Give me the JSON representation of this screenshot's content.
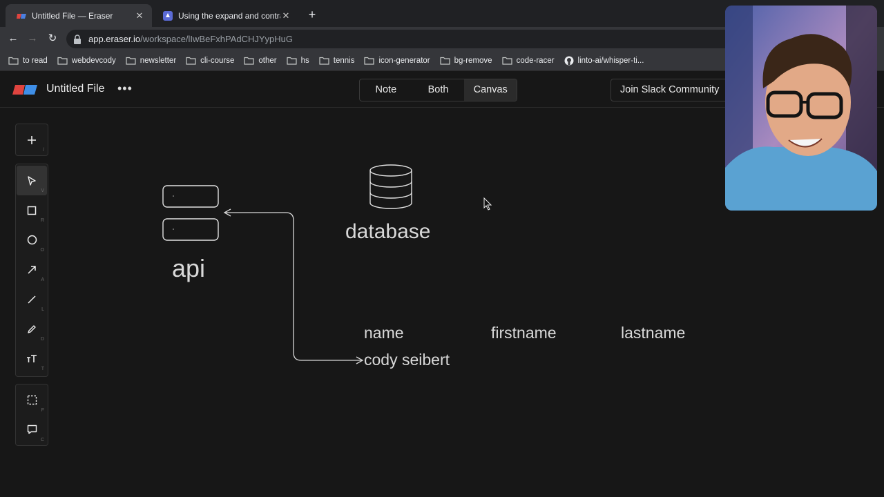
{
  "browser": {
    "tabs": [
      {
        "title": "Untitled File — Eraser",
        "active": true
      },
      {
        "title": "Using the expand and contract",
        "active": false
      }
    ],
    "new_tab_label": "+",
    "url_host": "app.eraser.io",
    "url_path": "/workspace/lIwBeFxhPAdCHJYypHuG",
    "bookmarks": [
      "to read",
      "webdevcody",
      "newsletter",
      "cli-course",
      "other",
      "hs",
      "tennis",
      "icon-generator",
      "bg-remove",
      "code-racer",
      "linto-ai/whisper-ti..."
    ]
  },
  "app": {
    "file_title": "Untitled File",
    "modes": [
      "Note",
      "Both",
      "Canvas"
    ],
    "active_mode": "Canvas",
    "slack_button": "Join Slack Community"
  },
  "tools": [
    {
      "name": "add",
      "key": "/"
    },
    {
      "name": "select",
      "key": "V",
      "active": true
    },
    {
      "name": "rectangle",
      "key": "R"
    },
    {
      "name": "circle",
      "key": "O"
    },
    {
      "name": "arrow",
      "key": "A"
    },
    {
      "name": "line",
      "key": "L"
    },
    {
      "name": "pencil",
      "key": "D"
    },
    {
      "name": "text",
      "key": "T"
    },
    {
      "name": "frame",
      "key": "F"
    },
    {
      "name": "comment",
      "key": "C"
    }
  ],
  "canvas": {
    "api_label": "api",
    "db_label": "database",
    "columns": [
      "name",
      "firstname",
      "lastname"
    ],
    "row_value": "cody seibert"
  }
}
